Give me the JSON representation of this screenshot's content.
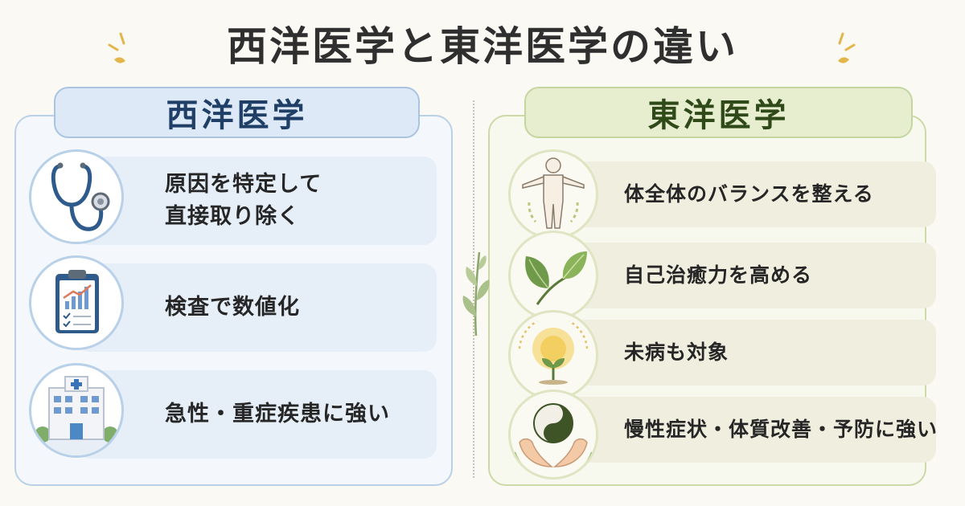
{
  "title": "西洋医学と東洋医学の違い",
  "west": {
    "heading": "西洋医学",
    "items": [
      {
        "icon": "stethoscope-icon",
        "line1": "原因を特定して",
        "line2": "直接取り除く"
      },
      {
        "icon": "clipboard-chart-icon",
        "line1": "検査で数値化",
        "line2": ""
      },
      {
        "icon": "hospital-icon",
        "line1": "急性・重症疾患に強い",
        "line2": ""
      }
    ]
  },
  "east": {
    "heading": "東洋医学",
    "items": [
      {
        "icon": "human-body-icon",
        "text": "体全体のバランスを整える"
      },
      {
        "icon": "leaves-icon",
        "text": "自己治癒力を高める"
      },
      {
        "icon": "sprout-icon",
        "text": "未病も対象"
      },
      {
        "icon": "yin-yang-hands-icon",
        "text": "慢性症状・体質改善・予防に強い"
      }
    ]
  },
  "colors": {
    "west_accent": "#1f3f66",
    "east_accent": "#2f4a18",
    "background": "#fbf9f3"
  }
}
